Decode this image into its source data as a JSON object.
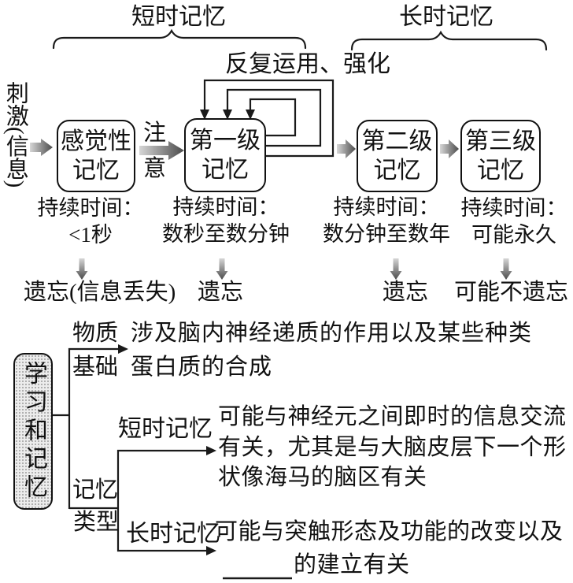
{
  "title_braces": {
    "short_term": "短时记忆",
    "long_term": "长时记忆"
  },
  "loop_label": "反复运用、强化",
  "stimulus_label": "刺激(信息)",
  "attention": {
    "char1": "注",
    "char2": "意"
  },
  "memory_stages": [
    {
      "box_line1": "感觉性",
      "box_line2": "记忆",
      "duration_label": "持续时间：",
      "duration_value": "<1秒",
      "outcome": "遗忘(信息丢失)"
    },
    {
      "box_line1": "第一级",
      "box_line2": "记忆",
      "duration_label": "持续时间：",
      "duration_value": "数秒至数分钟",
      "outcome": "遗忘"
    },
    {
      "box_line1": "第二级",
      "box_line2": "记忆",
      "duration_label": "持续时间：",
      "duration_value": "数分钟至数年",
      "outcome": "遗忘"
    },
    {
      "box_line1": "第三级",
      "box_line2": "记忆",
      "duration_label": "持续时间：",
      "duration_value": "可能永久",
      "outcome": "可能不遗忘"
    }
  ],
  "learning_tree": {
    "root": "学习和记忆",
    "material_basis": {
      "label_line1": "物质",
      "label_line2": "基础",
      "text_line1": "涉及脑内神经递质的作用以及某些种类",
      "text_line2": "蛋白质的合成"
    },
    "memory_types": {
      "label_line1": "记忆",
      "label_line2": "类型",
      "short_term": {
        "label": "短时记忆",
        "text_line1": "可能与神经元之间即时的信息交流",
        "text_line2": "有关，尤其是与大脑皮层下一个形",
        "text_line3": "状像海马的脑区有关"
      },
      "long_term": {
        "label": "长时记忆",
        "text_line1": "可能与突触形态及功能的改变以及",
        "text_line2": "的建立有关"
      }
    }
  },
  "colors": {
    "line": "#1a1a1a",
    "arrow_light": "#d6d6d6",
    "arrow_dark": "#4a4a4a"
  }
}
